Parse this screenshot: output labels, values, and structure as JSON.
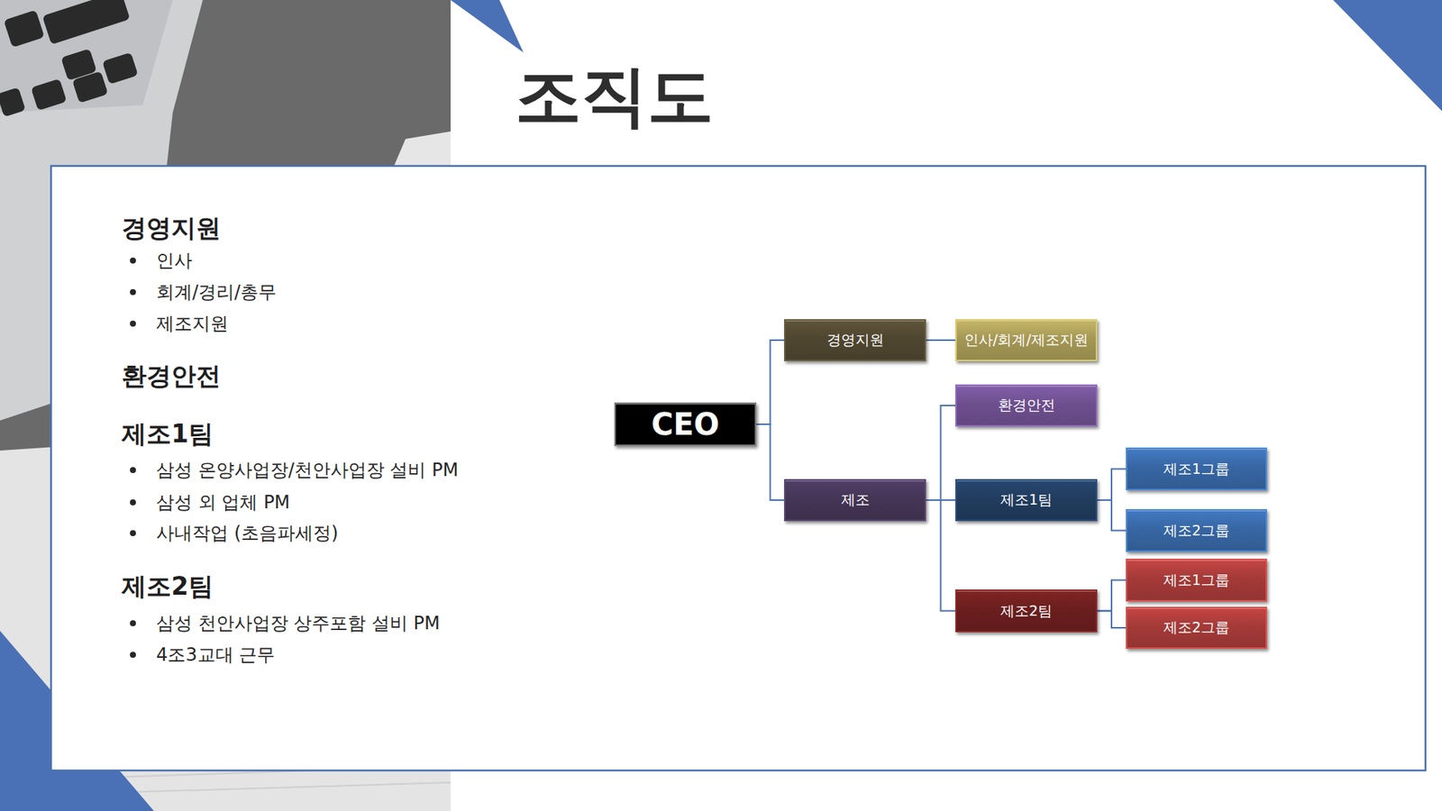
{
  "diagram": {
    "title": "조직도",
    "nodes": [
      {
        "text": [
          "CEO"
        ]
      },
      {
        "text": [
          "경영지원"
        ]
      },
      {
        "text": [
          "제조"
        ]
      },
      {
        "text": [
          "인사/회계/제조지원"
        ]
      },
      {
        "text": [
          "환경안전"
        ]
      },
      {
        "text": [
          "제조1팀"
        ]
      },
      {
        "text": [
          "제조2팀"
        ]
      },
      {
        "text": [
          "제조1그룹"
        ]
      },
      {
        "text": [
          "제조2그룹"
        ]
      },
      {
        "text": [
          "제조1그룹"
        ]
      },
      {
        "text": [
          "제조2그룹"
        ]
      }
    ],
    "edges": [
      {
        "from": 0,
        "to": 1,
        "arrow": "none"
      },
      {
        "from": 0,
        "to": 2,
        "arrow": "none"
      },
      {
        "from": 1,
        "to": 3,
        "arrow": "none"
      },
      {
        "from": 2,
        "to": 4,
        "arrow": "none"
      },
      {
        "from": 2,
        "to": 5,
        "arrow": "none"
      },
      {
        "from": 2,
        "to": 6,
        "arrow": "none"
      },
      {
        "from": 5,
        "to": 7,
        "arrow": "none"
      },
      {
        "from": 5,
        "to": 8,
        "arrow": "none"
      },
      {
        "from": 6,
        "to": 9,
        "arrow": "none"
      },
      {
        "from": 6,
        "to": 10,
        "arrow": "none"
      }
    ],
    "labels": [
      "경영지원",
      "인사",
      "회계/경리/총무",
      "제조지원",
      "환경안전",
      "제조1팀",
      "삼성 온양사업장/천안사업장 설비 PM",
      "삼성 외 업체 PM",
      "사내작업 (초음파세정)",
      "제조2팀",
      "삼성 천안사업장 상주포함 설비 PM",
      "4조3교대 근무"
    ]
  }
}
